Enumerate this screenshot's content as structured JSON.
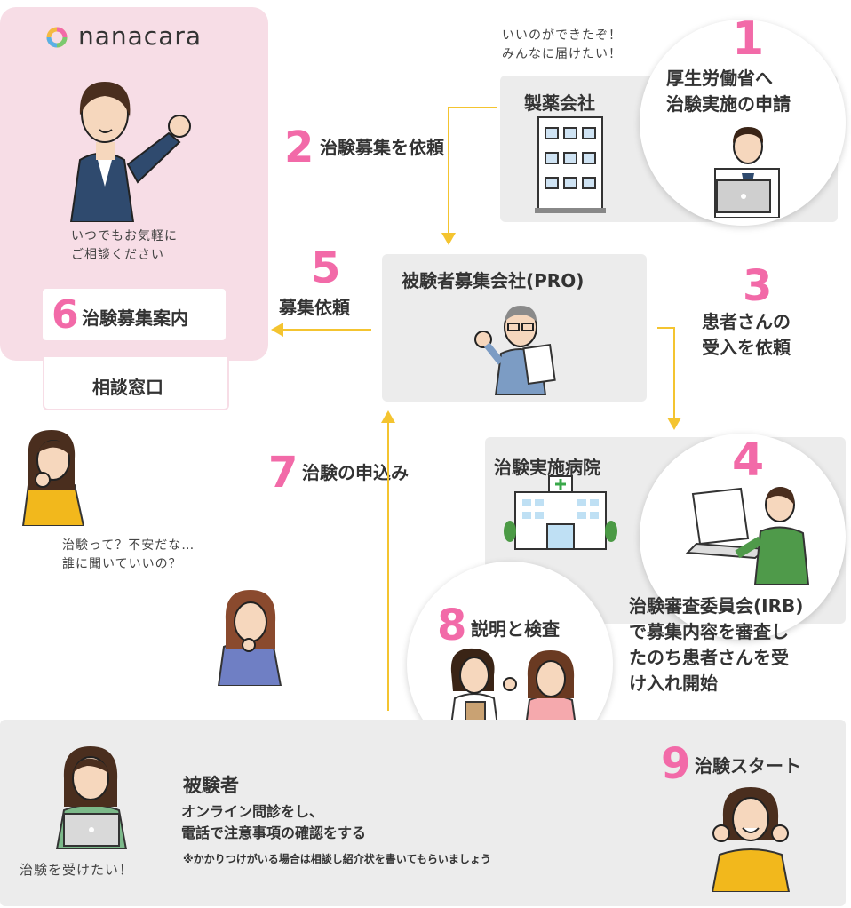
{
  "brand": {
    "name": "nanacara"
  },
  "consult": {
    "speech": "いつでもお気軽に\nご相談ください",
    "guide_number": "6",
    "guide_label": "治験募集案内",
    "window_label": "相談窓口"
  },
  "pharma": {
    "speech": "いいのができたぞ！\nみんなに届けたい！",
    "title": "製薬会社"
  },
  "step1": {
    "number": "1",
    "text": "厚生労働省へ\n治験実施の申請"
  },
  "step2": {
    "number": "2",
    "text": "治験募集を依頼"
  },
  "pro": {
    "title": "被験者募集会社(PRO)"
  },
  "step5": {
    "number": "5",
    "text": "募集依頼"
  },
  "step3": {
    "number": "3",
    "text": "患者さんの\n受入を依頼"
  },
  "hospital": {
    "title": "治験実施病院"
  },
  "step4": {
    "number": "4",
    "text": "治験審査委員会(IRB)\nで募集内容を審査し\nたのち患者さんを受\nけ入れ開始"
  },
  "step7": {
    "number": "7",
    "text": "治験の申込み"
  },
  "worry": {
    "text": "治験って？不安だな…\n誰に聞いていいの？"
  },
  "step8": {
    "number": "8",
    "text": "説明と検査"
  },
  "subject": {
    "title": "被験者",
    "desc": "オンライン問診をし、\n電話で注意事項の確認をする",
    "note": "※かかりつけがいる場合は相談し紹介状を書いてもらいましょう",
    "speech": "治験を受けたい！"
  },
  "step9": {
    "number": "9",
    "text": "治験スタート"
  },
  "colors": {
    "accent": "#f26aa8",
    "arrow": "#f4c430",
    "panel": "#ececec",
    "pink_panel": "#f7dde6"
  }
}
